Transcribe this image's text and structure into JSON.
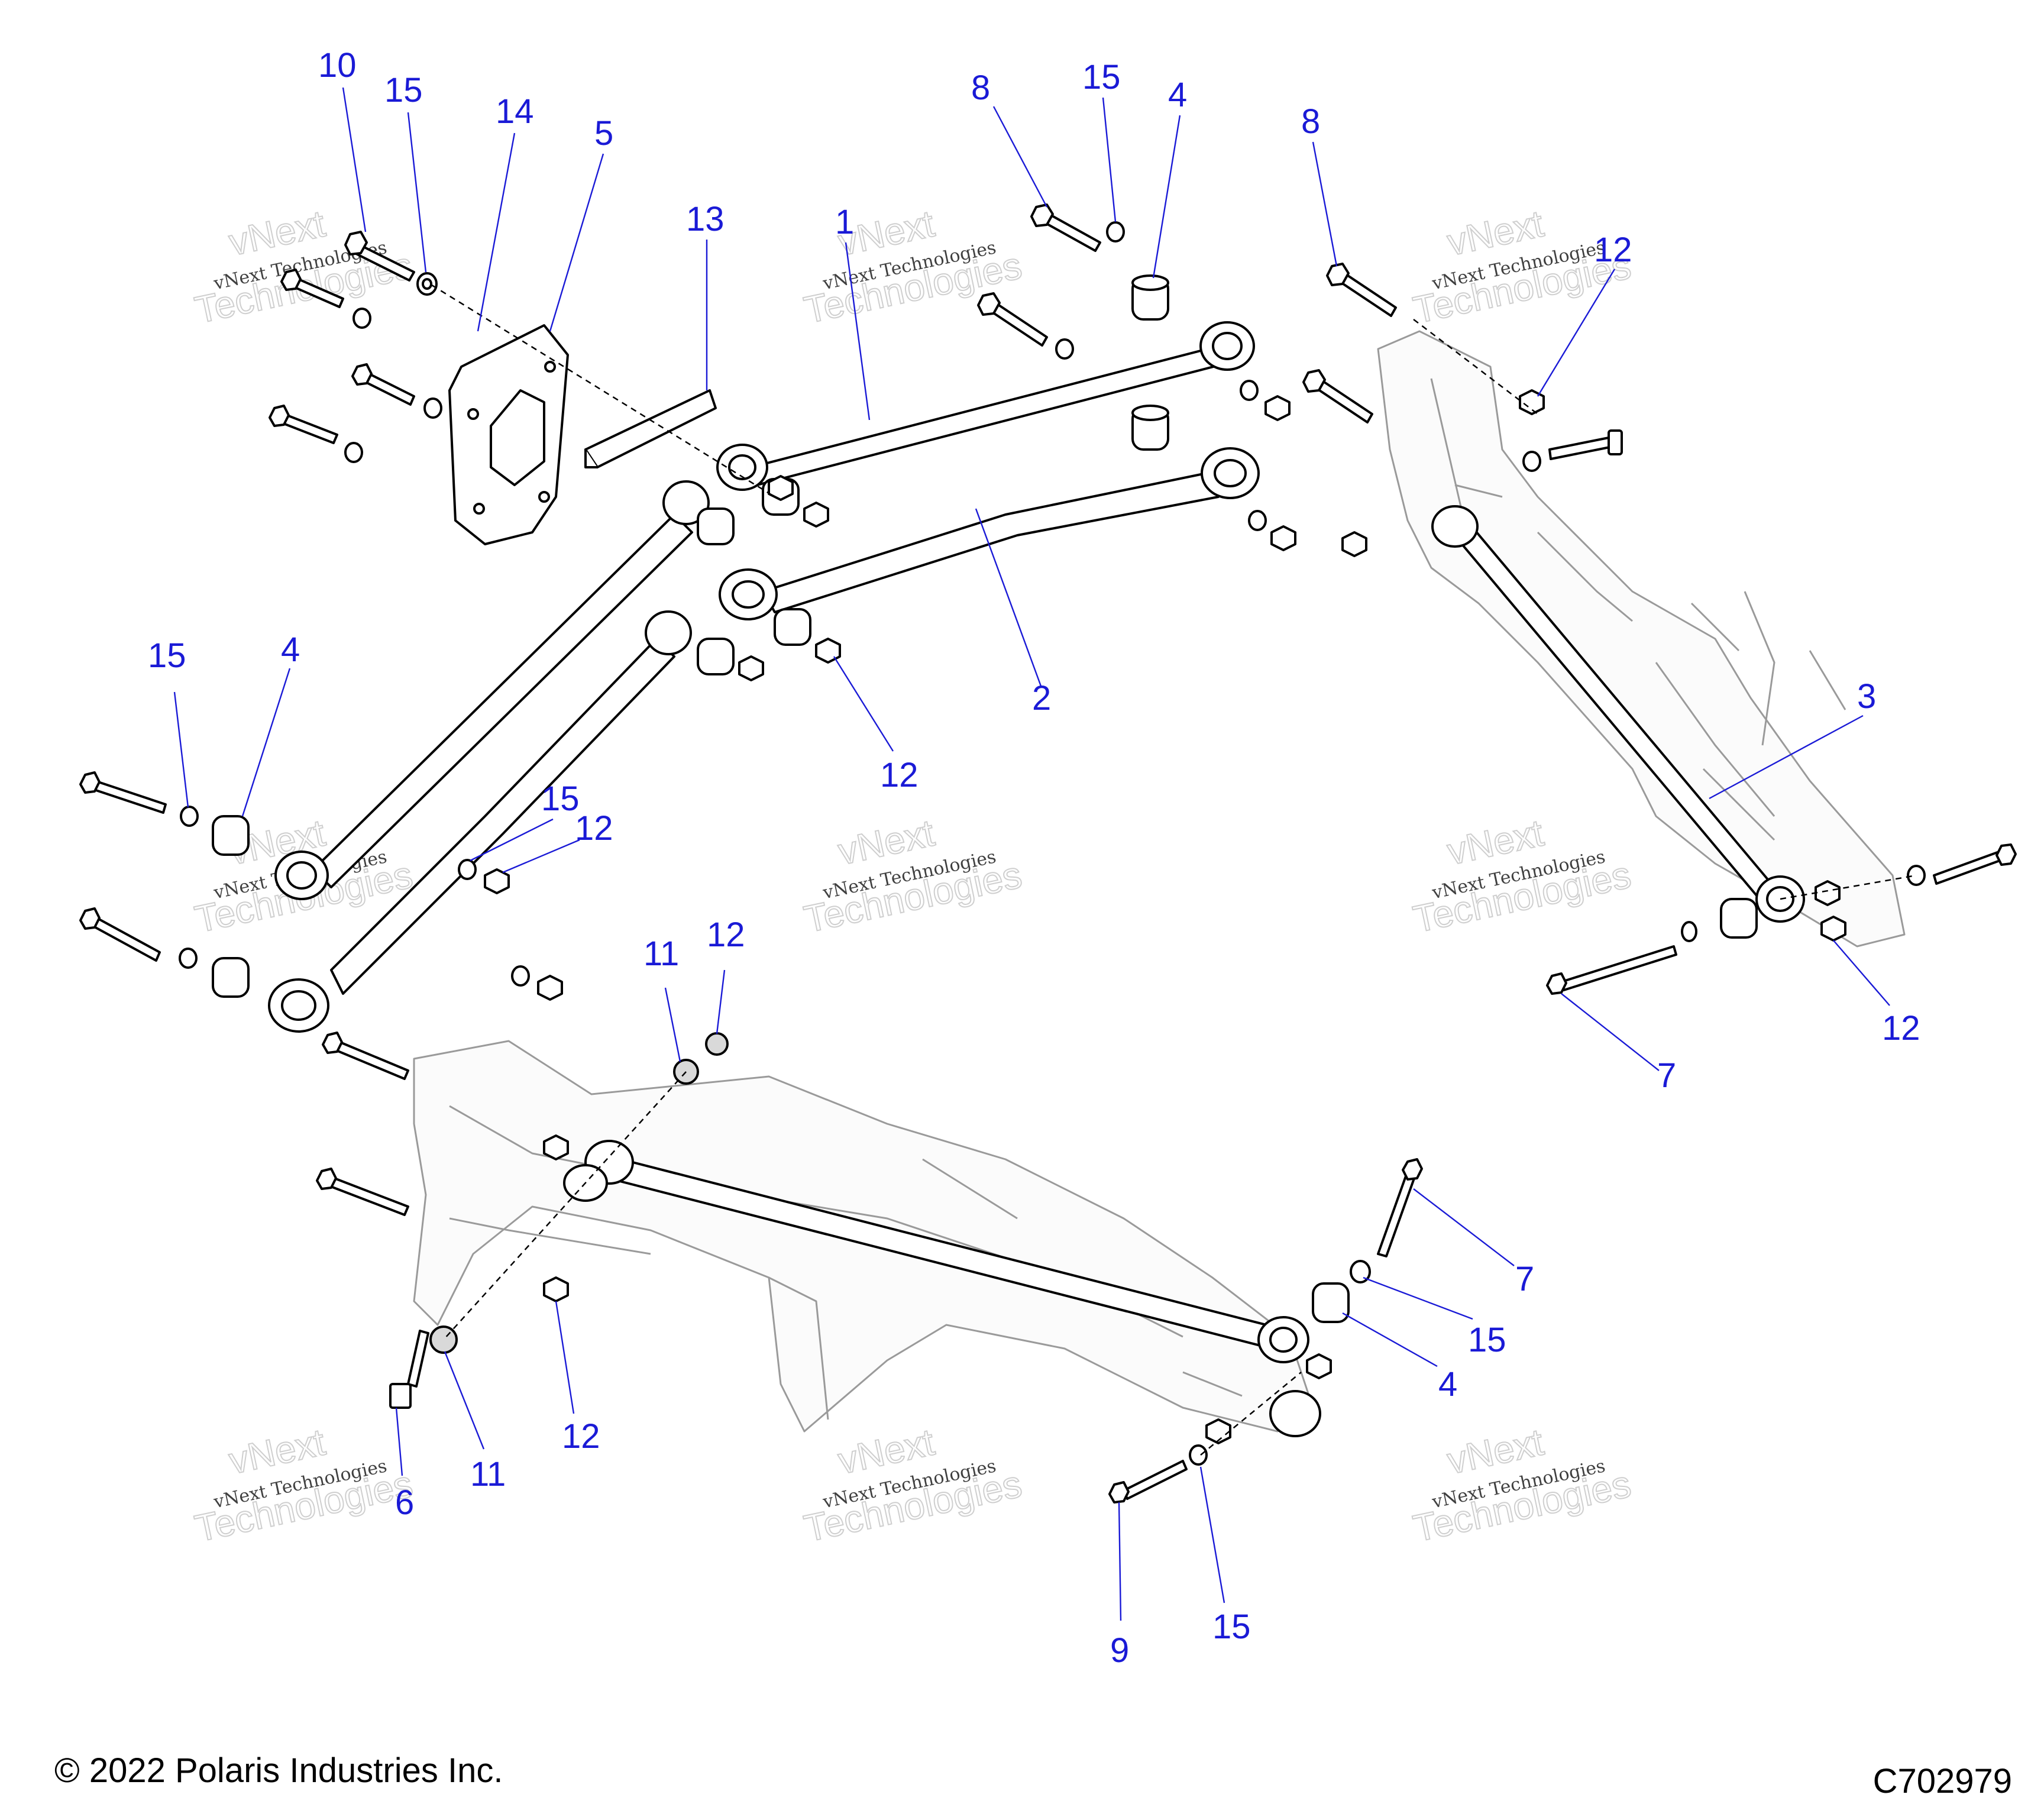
{
  "callouts": [
    {
      "label": "10"
    },
    {
      "label": "15"
    },
    {
      "label": "14"
    },
    {
      "label": "5"
    },
    {
      "label": "13"
    },
    {
      "label": "1"
    },
    {
      "label": "8"
    },
    {
      "label": "15"
    },
    {
      "label": "4"
    },
    {
      "label": "8"
    },
    {
      "label": "12"
    },
    {
      "label": "2"
    },
    {
      "label": "12"
    },
    {
      "label": "3"
    },
    {
      "label": "15"
    },
    {
      "label": "4"
    },
    {
      "label": "15"
    },
    {
      "label": "12"
    },
    {
      "label": "11"
    },
    {
      "label": "12"
    },
    {
      "label": "12"
    },
    {
      "label": "7"
    },
    {
      "label": "7"
    },
    {
      "label": "15"
    },
    {
      "label": "4"
    },
    {
      "label": "12"
    },
    {
      "label": "11"
    },
    {
      "label": "6"
    },
    {
      "label": "9"
    },
    {
      "label": "15"
    }
  ],
  "watermark": {
    "line1": "vNext Technologies",
    "line2": "vNext",
    "line3": "Technologies"
  },
  "footer": {
    "copyright": "© 2022 Polaris Industries Inc.",
    "figure_id": "C702979"
  },
  "colors": {
    "callout": "#1a1ad6",
    "line_art": "#000000",
    "frame": "#9a9a9a"
  }
}
